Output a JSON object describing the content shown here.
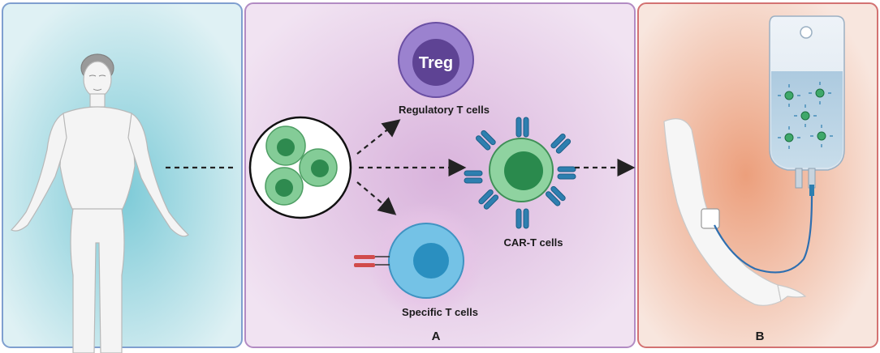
{
  "panels": [
    {
      "id": "patient",
      "label": ""
    },
    {
      "id": "engineering",
      "label": "A"
    },
    {
      "id": "infusion",
      "label": "B"
    }
  ],
  "cells": {
    "treg_badge": "Treg",
    "regulatory": "Regulatory T cells",
    "car_t": "CAR-T cells",
    "specific": "Specific T cells"
  },
  "colors": {
    "panel_left": "#bfe3ea",
    "panel_mid": "#ead3ec",
    "panel_right": "#f3c9b4",
    "treg_cell": "#8e6fc0",
    "green_cell": "#7fc990",
    "blue_cell": "#64b9df",
    "receptor": "#2e7fb0"
  }
}
